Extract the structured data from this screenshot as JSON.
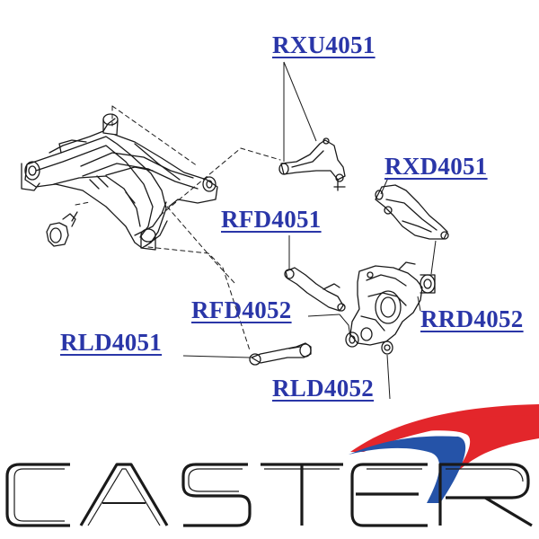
{
  "part_labels": {
    "rxu4051": "RXU4051",
    "rxd4051": "RXD4051",
    "rfd4051": "RFD4051",
    "rfd4052": "RFD4052",
    "rrd4052": "RRD4052",
    "rld4051": "RLD4051",
    "rld4052": "RLD4052"
  },
  "logo": {
    "text": "CASTER",
    "swoosh_red": "#e3262b",
    "swoosh_blue": "#2553a8",
    "letter_color": "#1a1a1a"
  },
  "colors": {
    "label": "#2a36a8",
    "drawing": "#1a1a1a"
  }
}
